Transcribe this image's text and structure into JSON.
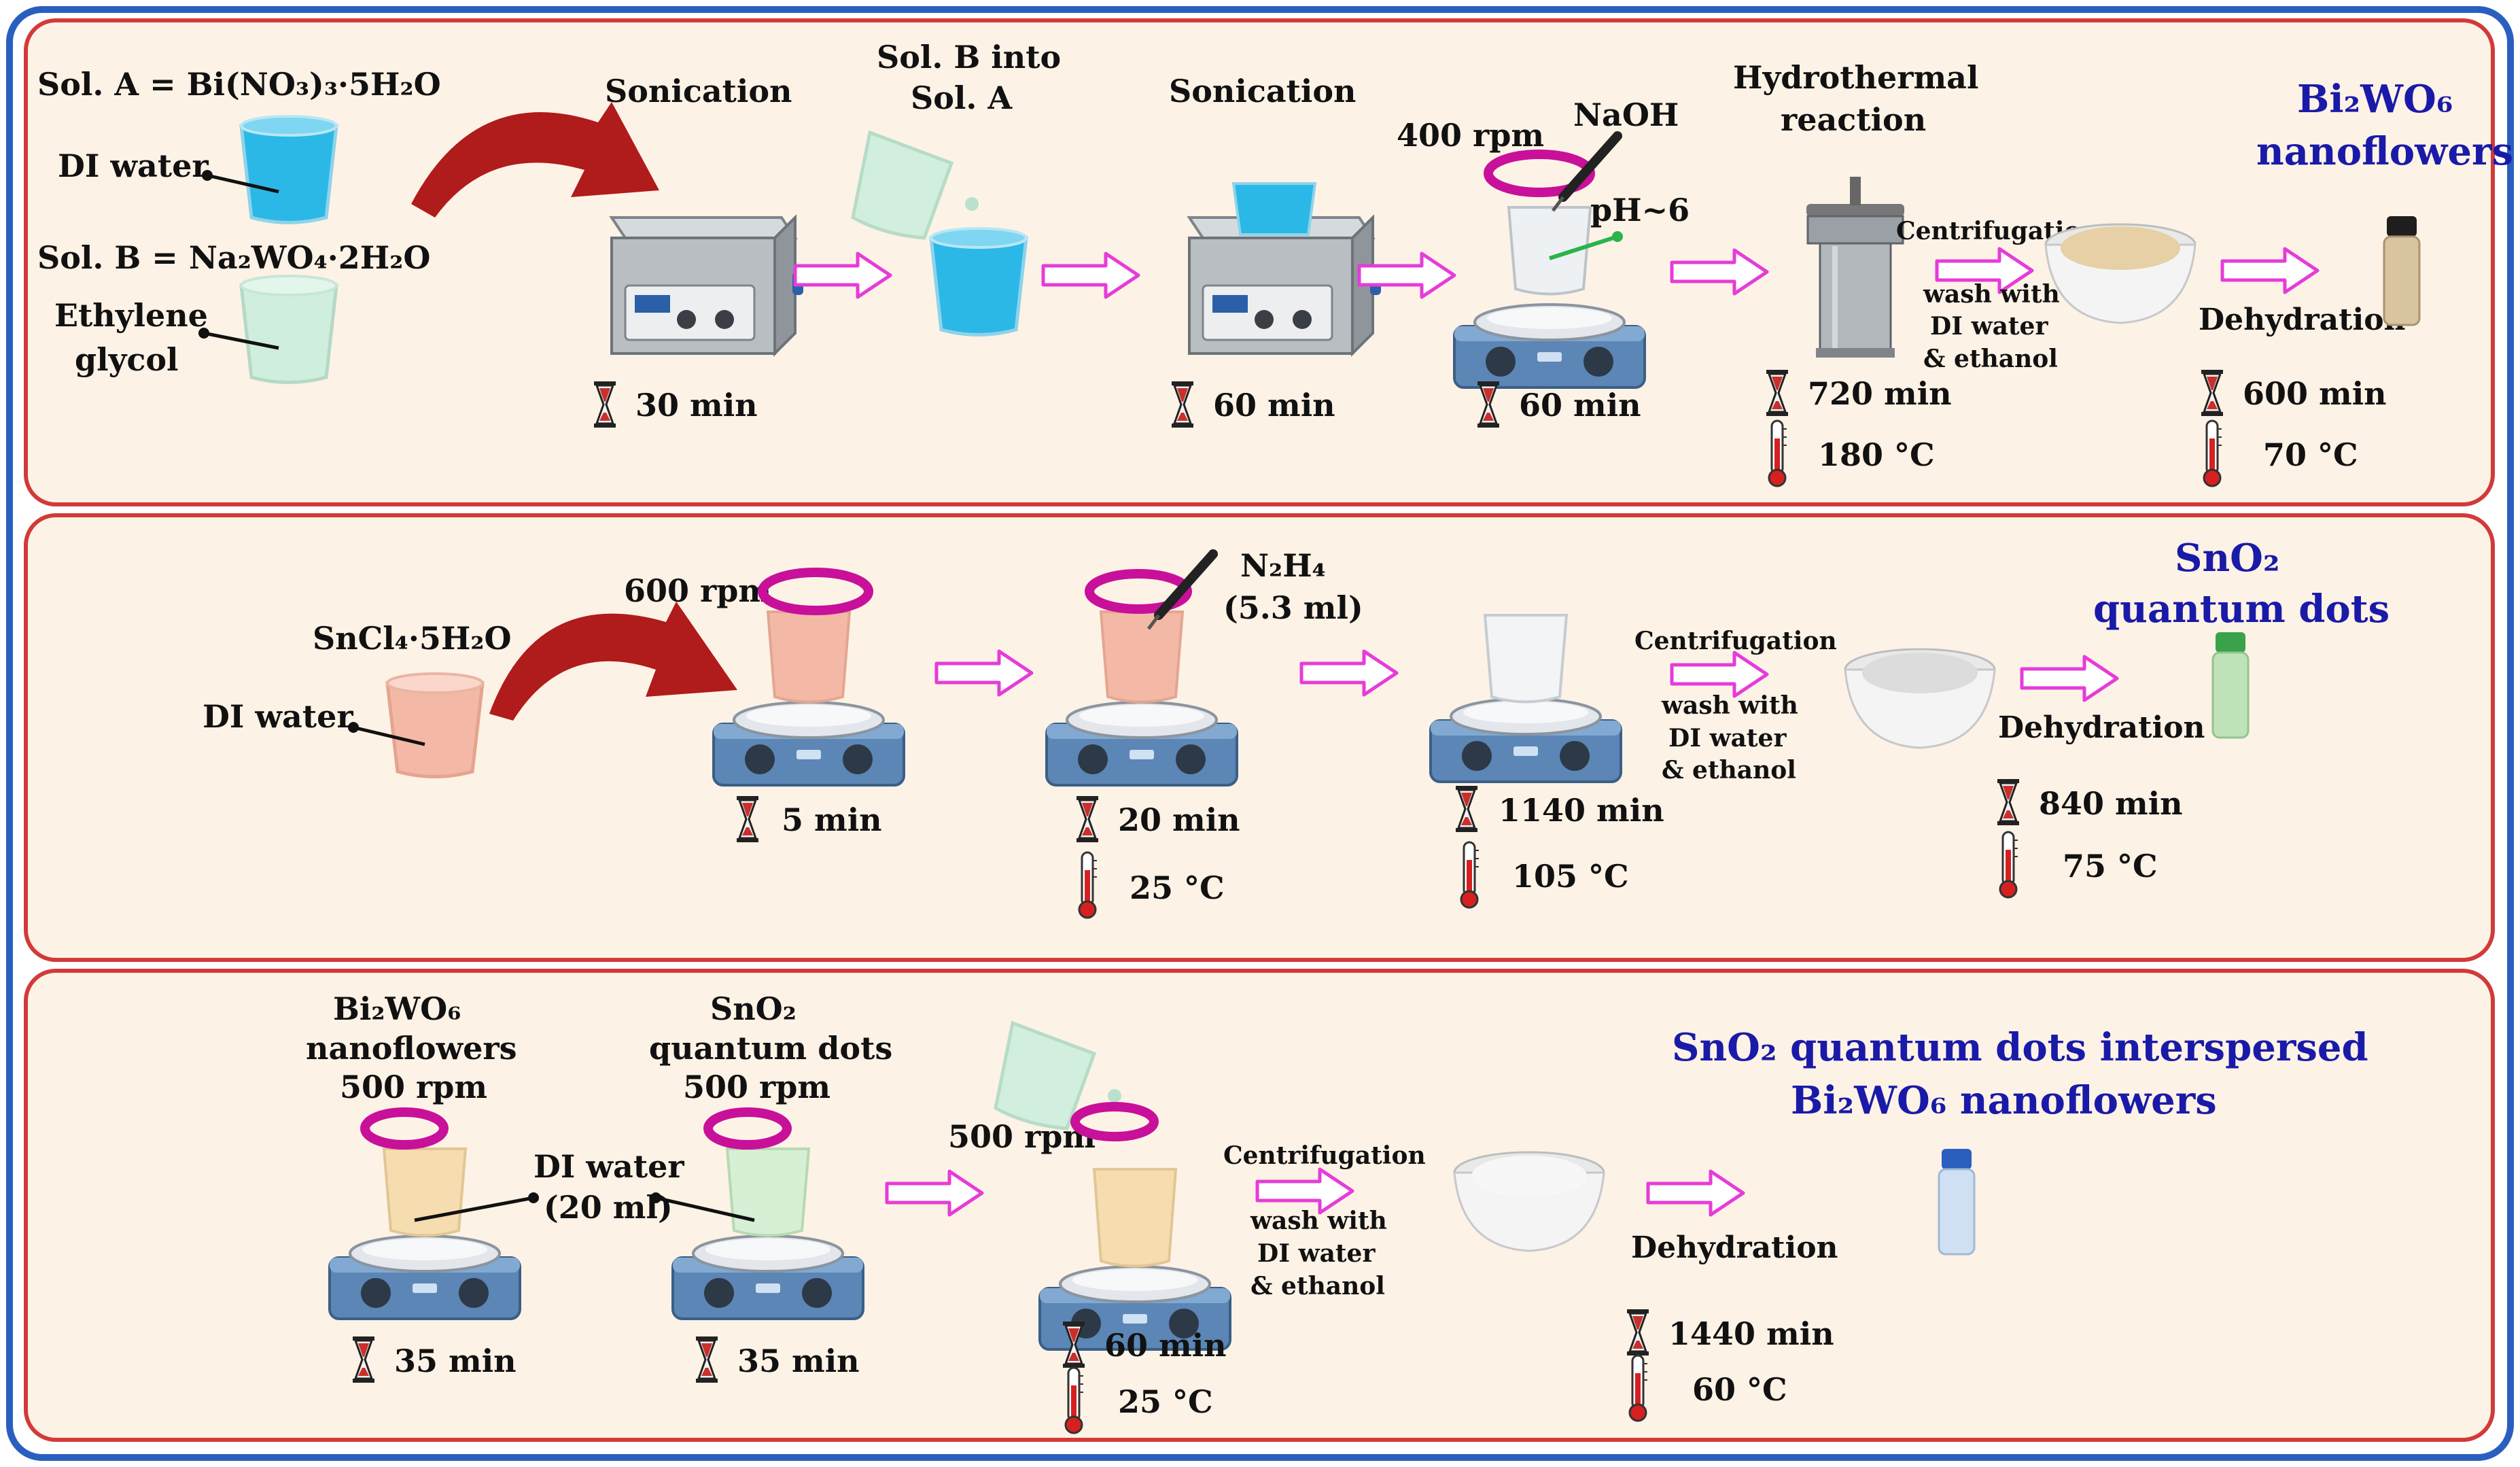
{
  "colors": {
    "outer_border": "#2a5fbf",
    "panel_border": "#d23a3a",
    "panel_fill": "#fdf2e6",
    "arrow_pink": "#e63cd8",
    "title_blue": "#1a1aa8",
    "text": "#111111",
    "curved_arrow": "#b01b1b",
    "stir_ring": "#c8109a",
    "solution_a": "#2bb8e6",
    "solution_b": "#cfeede",
    "solution_pink": "#f4b9a6",
    "solution_yellow": "#f6ddb0",
    "solution_green": "#d7efd4"
  },
  "panel1": {
    "sol_a": "Sol. A = Bi(NO₃)₃·5H₂O",
    "di_water": "DI water",
    "sol_b": "Sol. B =  Na₂WO₄·2H₂O",
    "ethylene": "Ethylene",
    "glycol": "glycol",
    "sonication1": "Sonication",
    "time1": "30 min",
    "solb_into_1": "Sol. B into",
    "solb_into_2": "Sol. A",
    "sonication2": "Sonication",
    "time2": "60 min",
    "rpm": "400 rpm",
    "naoh": "NaOH",
    "ph": "pH~6",
    "time3": "60 min",
    "hydro_1": "Hydrothermal",
    "hydro_2": "reaction",
    "time4": "720 min",
    "temp4": "180 °C",
    "centrifugation": "Centrifugation",
    "wash1": "wash with",
    "wash2": "DI water",
    "wash3": "& ethanol",
    "dehydration": "Dehydration",
    "time5": "600 min",
    "temp5": "70 °C",
    "product_1": "Bi₂WO₆",
    "product_2": "nanoflowers"
  },
  "panel2": {
    "sncl4": "SnCl₄·5H₂O",
    "di_water": "DI water",
    "rpm": "600 rpm",
    "time1": "5 min",
    "n2h4_1": "N₂H₄",
    "n2h4_2": "(5.3 ml)",
    "time2": "20 min",
    "temp2": "25 °C",
    "time3": "1140 min",
    "temp3": "105 °C",
    "centrifugation": "Centrifugation",
    "wash1": "wash with",
    "wash2": "DI water",
    "wash3": "& ethanol",
    "dehydration": "Dehydration",
    "time4": "840 min",
    "temp4": "75 °C",
    "product_1": "SnO₂",
    "product_2": "quantum dots"
  },
  "panel3": {
    "bwo_1": "Bi₂WO₆",
    "bwo_2": "nanoflowers",
    "bwo_rpm": "500 rpm",
    "sno_1": "SnO₂",
    "sno_2": "quantum dots",
    "sno_rpm": "500 rpm",
    "di_1": "DI water",
    "di_2": "(20 ml)",
    "time1": "35 min",
    "time2": "35 min",
    "rpm3": "500 rpm",
    "time3": "60 min",
    "temp3": "25 °C",
    "centrifugation": "Centrifugation",
    "wash1": "wash with",
    "wash2": "DI water",
    "wash3": "& ethanol",
    "dehydration": "Dehydration",
    "time4": "1440 min",
    "temp4": "60 °C",
    "product_1": "SnO₂ quantum dots interspersed",
    "product_2": "Bi₂WO₆ nanoflowers"
  },
  "icons": [
    "hourglass-icon",
    "thermometer-icon",
    "beaker-icon",
    "ultrasonic-bath-icon",
    "hotplate-stirrer-icon",
    "autoclave-icon",
    "bowl-icon",
    "vial-icon",
    "dropper-icon",
    "stir-arrow-icon",
    "process-arrow-icon"
  ]
}
